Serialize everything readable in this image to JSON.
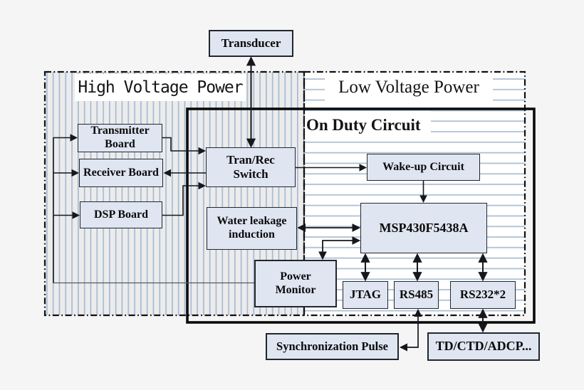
{
  "colors": {
    "background": "#f5f5f6",
    "box_fill": "#dfe5f1",
    "box_border": "#22262d",
    "hatch_line_blue": "#a7bbd4",
    "stripe_line_blue": "#a9bed2",
    "connector_black": "#15171c"
  },
  "regions": {
    "high_voltage": {
      "label": "High Voltage Power"
    },
    "low_voltage": {
      "label": "Low Voltage Power"
    },
    "on_duty": {
      "label": "On Duty Circuit"
    }
  },
  "nodes": {
    "transducer": "Transducer",
    "transmitter_board": "Transmitter Board",
    "receiver_board": "Receiver Board",
    "dsp_board": "DSP Board",
    "tran_rec_switch": "Tran/Rec Switch",
    "wake_up_circuit": "Wake-up Circuit",
    "water_leakage": "Water leakage induction",
    "msp430": "MSP430F5438A",
    "power_monitor": "Power Monitor",
    "jtag": "JTAG",
    "rs485": "RS485",
    "rs232": "RS232*2",
    "sync_pulse": "Synchronization Pulse",
    "td_ctd_adcp": "TD/CTD/ADCP..."
  }
}
